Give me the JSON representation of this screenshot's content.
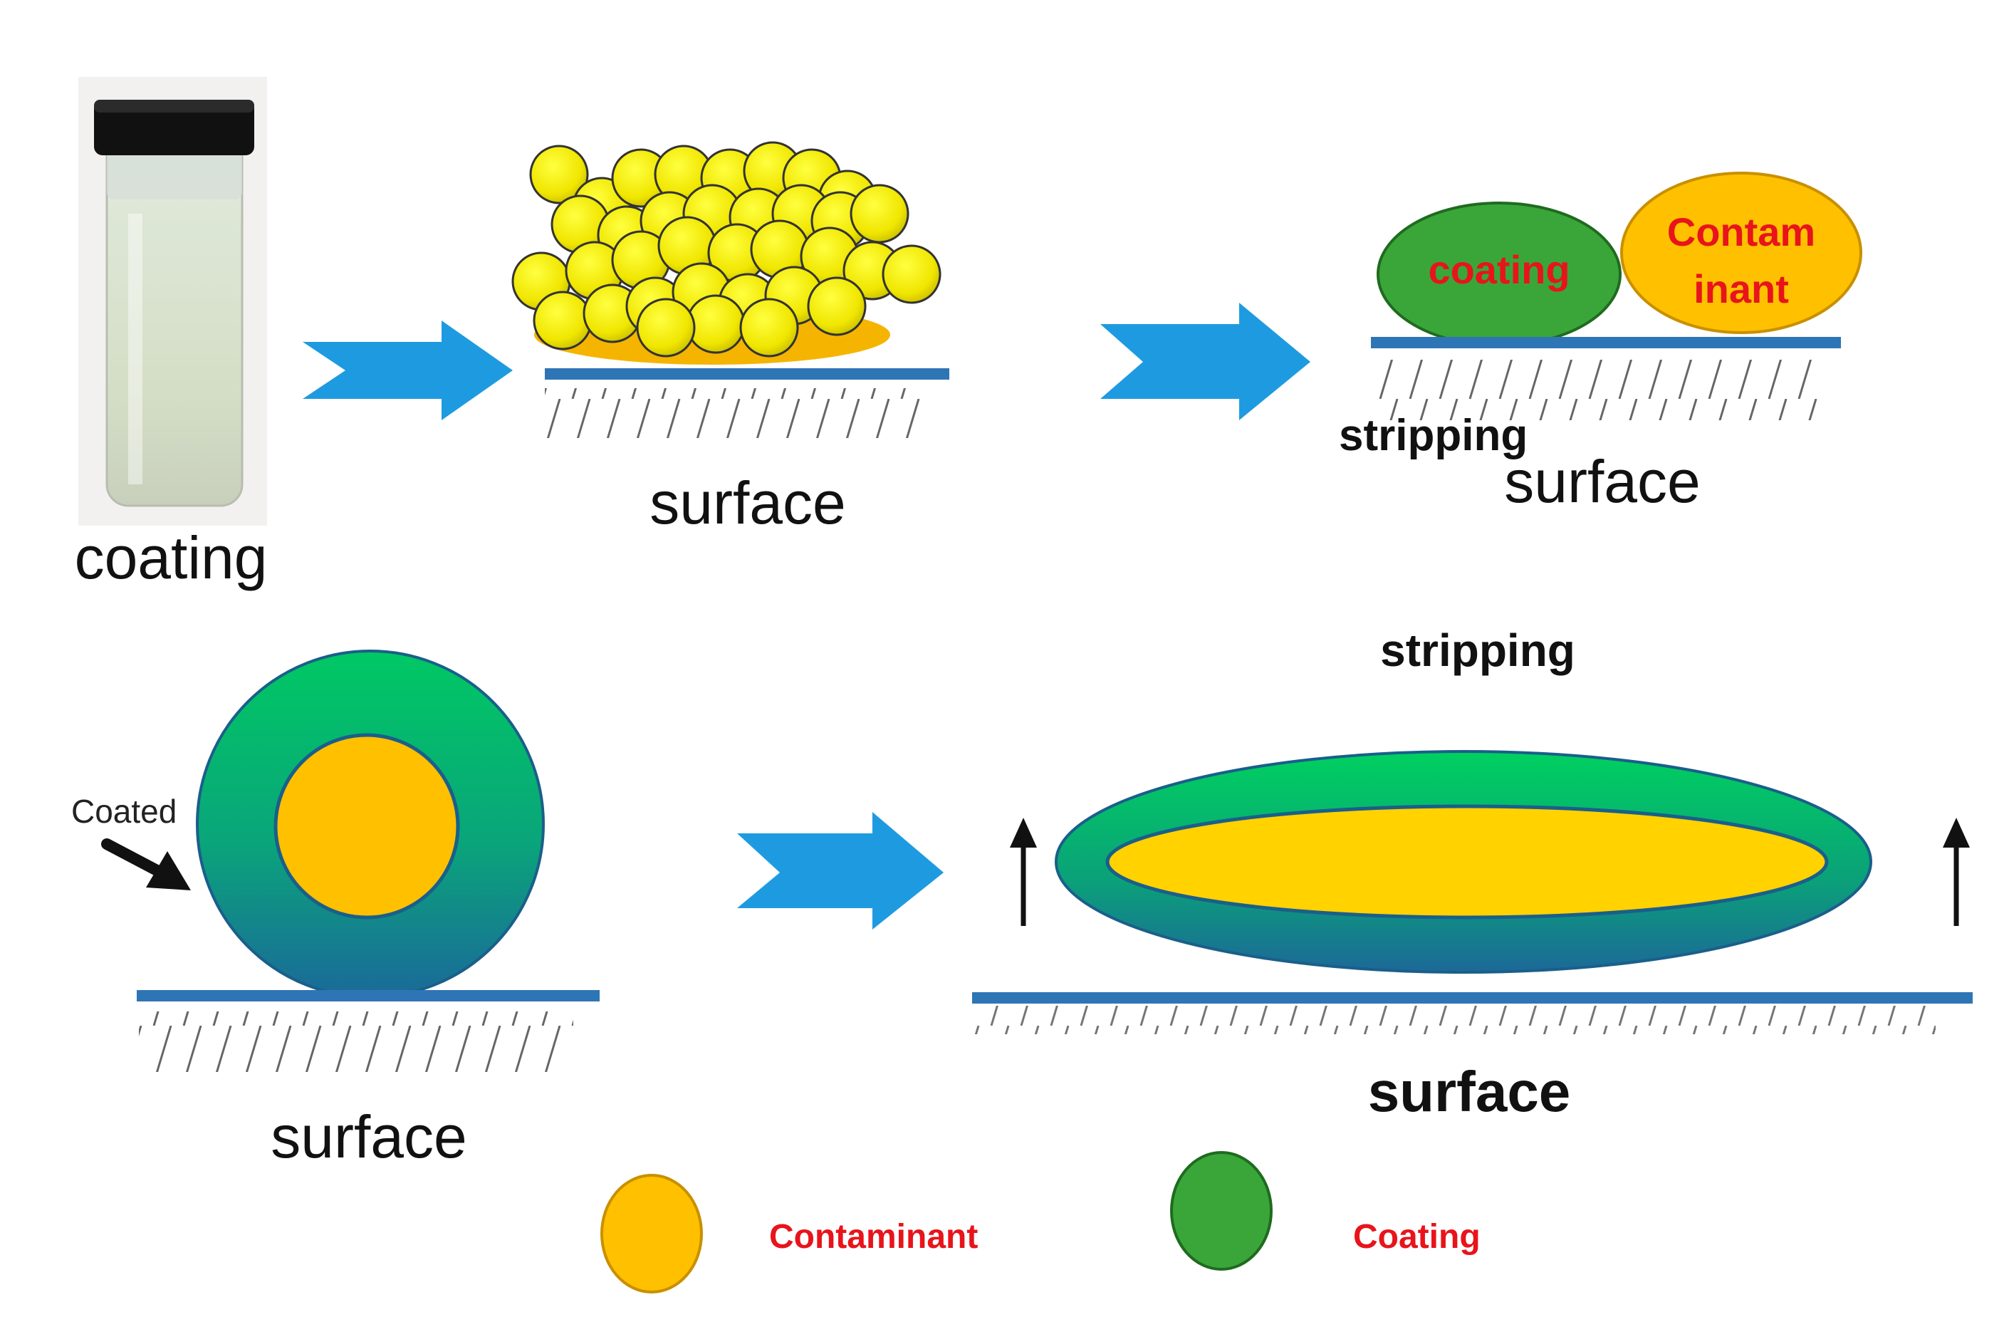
{
  "labels": {
    "vial_caption": "coating",
    "surface_1": "surface",
    "surface_2": "surface",
    "stripping_1": "stripping",
    "surface_3": "surface",
    "surface_4": "surface",
    "stripping_2": "stripping",
    "coated_pointer": "Coated",
    "coating_particle": "coating",
    "contaminant_line1": "Contam",
    "contaminant_line2": "inant"
  },
  "legend": [
    {
      "name": "Contaminant",
      "color": "#ffc000"
    },
    {
      "name": "Coating",
      "color": "#3aa63a"
    }
  ],
  "colors": {
    "arrow": "#1e9be0",
    "surface_line": "#2e75b6",
    "particle_yellow": "#ffee00",
    "contaminant_orange": "#ffc000",
    "coating_green": "#3aa63a",
    "shell_top": "#00c060",
    "shell_bottom": "#1a6f99",
    "label_red": "#e8141b"
  }
}
